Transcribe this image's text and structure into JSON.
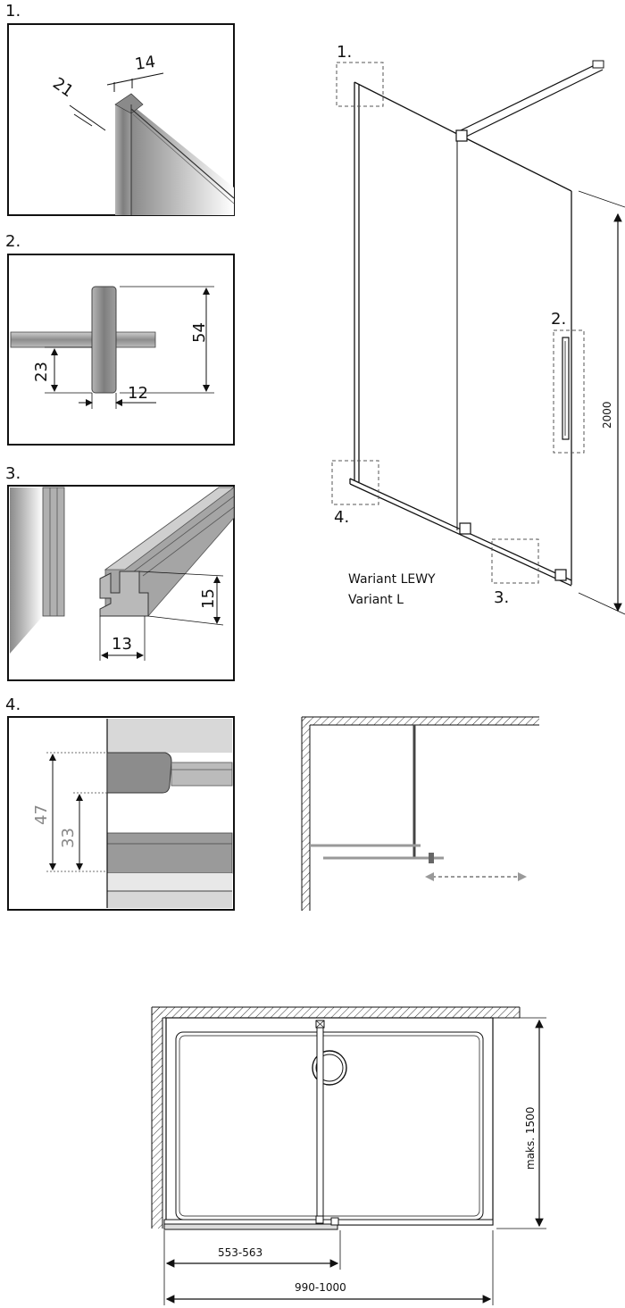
{
  "details": {
    "d1": {
      "label": "1.",
      "dim_a": "21",
      "dim_b": "14"
    },
    "d2": {
      "label": "2.",
      "dim_height": "54",
      "dim_offset": "23",
      "dim_width": "12"
    },
    "d3": {
      "label": "3.",
      "dim_height": "15",
      "dim_width": "13"
    },
    "d4": {
      "label": "4.",
      "dim_outer": "47",
      "dim_inner": "33"
    }
  },
  "main_view": {
    "callout_1": "1.",
    "callout_2": "2.",
    "callout_3": "3.",
    "callout_4": "4.",
    "height_dim": "2000",
    "variant_pl": "Wariant LEWY",
    "variant_en": "Variant L"
  },
  "plan_view": {
    "depth_dim": "maks. 1500",
    "door_width_dim": "553-563",
    "total_width_dim": "990-1000"
  },
  "colors": {
    "line": "#111111",
    "grey_dim": "#888888",
    "glass_grey": "#9a9a9a"
  }
}
